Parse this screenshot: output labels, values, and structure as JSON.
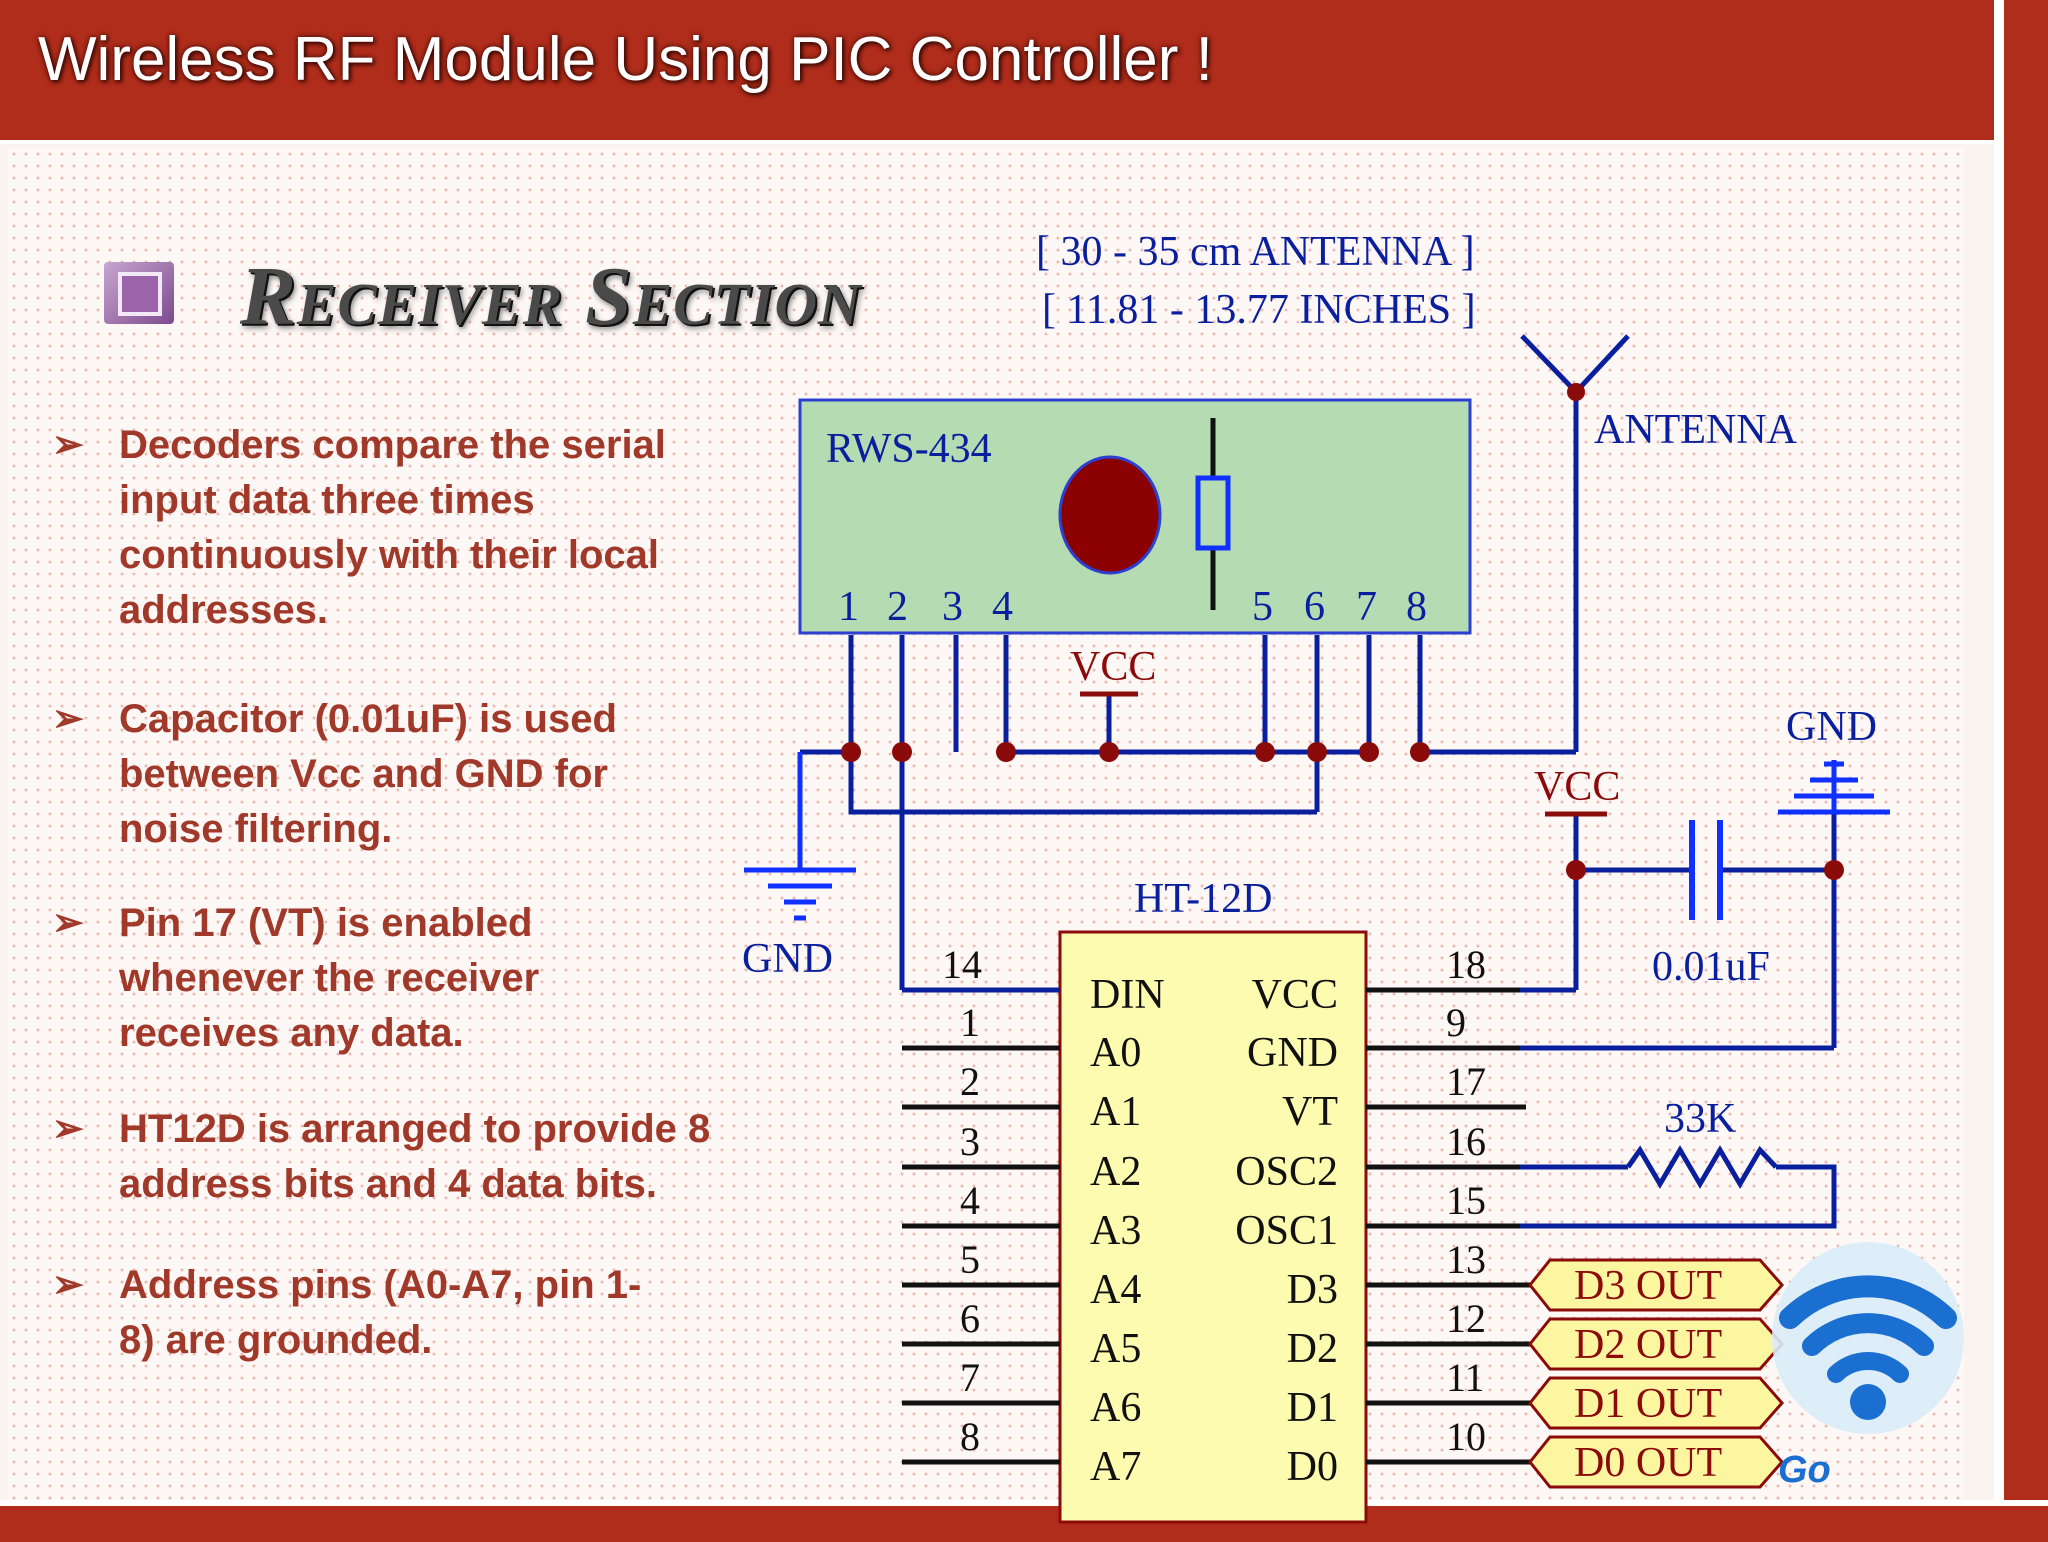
{
  "slide": {
    "title": "Wireless RF Module Using PIC Controller !",
    "heading": "Receiver Section"
  },
  "bullets": [
    {
      "text": "Decoders compare the serial\ninput data three times\ncontinuously with their local\naddresses."
    },
    {
      "text": "Capacitor (0.01uF)  is used\nbetween Vcc and GND for\nnoise filtering."
    },
    {
      "text": "Pin 17 (VT) is enabled\nwhenever the receiver\nreceives any data."
    },
    {
      "text": "HT12D is arranged to provide 8\naddress bits and 4 data bits."
    },
    {
      "text": "Address pins (A0-A7, pin 1-\n8) are grounded."
    }
  ],
  "diagram": {
    "antenna_note_1": "[ 30 - 35 cm ANTENNA ]",
    "antenna_note_2": "[ 11.81 - 13.77 INCHES ]",
    "antenna_label": "ANTENNA",
    "rf_module_label": "RWS-434",
    "rf_pins": [
      "1",
      "2",
      "3",
      "4",
      "5",
      "6",
      "7",
      "8"
    ],
    "vcc_label": "VCC",
    "gnd_label": "GND",
    "capacitor_label": "0.01uF",
    "resistor_label": "33K",
    "ic_label": "HT-12D",
    "ic_left_pins": [
      {
        "num": "14",
        "name": "DIN"
      },
      {
        "num": "1",
        "name": "A0"
      },
      {
        "num": "2",
        "name": "A1"
      },
      {
        "num": "3",
        "name": "A2"
      },
      {
        "num": "4",
        "name": "A3"
      },
      {
        "num": "5",
        "name": "A4"
      },
      {
        "num": "6",
        "name": "A5"
      },
      {
        "num": "7",
        "name": "A6"
      },
      {
        "num": "8",
        "name": "A7"
      }
    ],
    "ic_right_pins": [
      {
        "num": "18",
        "name": "VCC"
      },
      {
        "num": "9",
        "name": "GND"
      },
      {
        "num": "17",
        "name": "VT"
      },
      {
        "num": "16",
        "name": "OSC2"
      },
      {
        "num": "15",
        "name": "OSC1"
      },
      {
        "num": "13",
        "name": "D3"
      },
      {
        "num": "12",
        "name": "D2"
      },
      {
        "num": "11",
        "name": "D1"
      },
      {
        "num": "10",
        "name": "D0"
      }
    ],
    "outputs": [
      "D3 OUT",
      "D2 OUT",
      "D1 OUT",
      "D0 OUT"
    ]
  },
  "logo_text": "Go",
  "colors": {
    "theme_red": "#b02d1b",
    "text_red": "#a0392a",
    "wire_blue": "#0a1f9e",
    "junction": "#8b0a0a",
    "module_green": "#b5dbb3",
    "ic_yellow": "#fdfbb0"
  }
}
